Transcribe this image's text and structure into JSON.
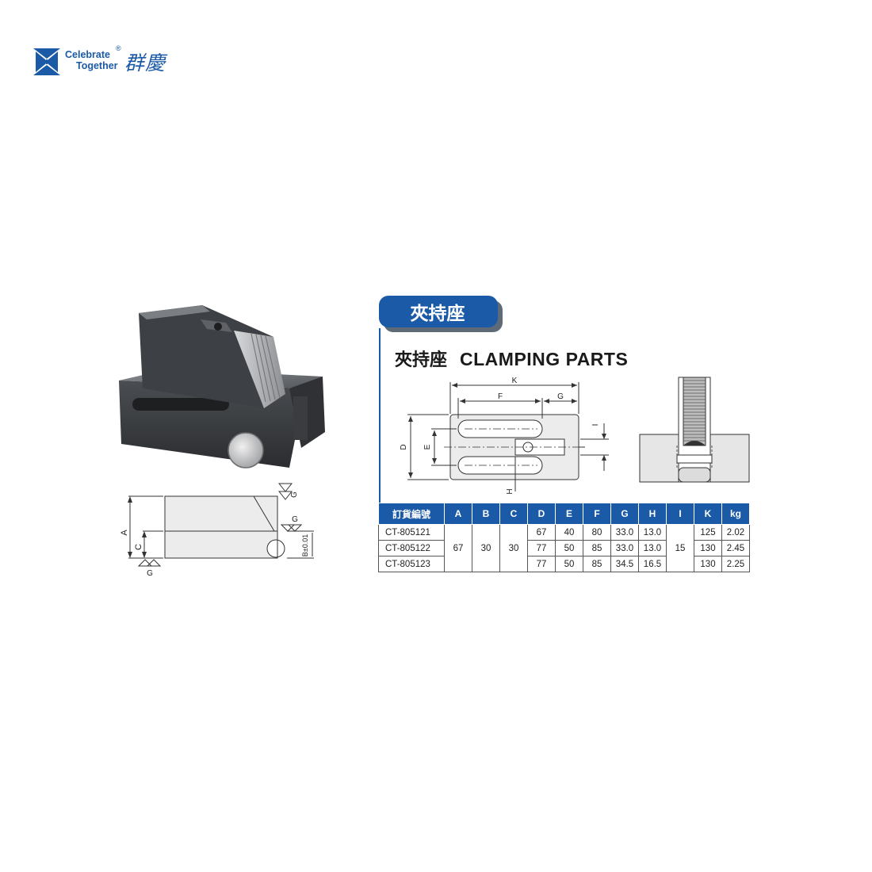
{
  "brand": {
    "name_line1": "Celebrate",
    "name_line2": "Together",
    "registered": "®",
    "name_cn": "群慶",
    "colors": {
      "primary": "#1b5aa6"
    }
  },
  "product": {
    "tab_label": "夾持座",
    "title_cn": "夾持座",
    "title_en": "CLAMPING PARTS"
  },
  "side_view_labels": {
    "a": "A",
    "c": "C",
    "g_top": "G",
    "g_mid": "G",
    "g_bottom": "G",
    "b": "B±0.01"
  },
  "top_view_labels": {
    "k": "K",
    "f": "F",
    "g": "G",
    "d": "D",
    "e": "E",
    "i": "I",
    "h": "H"
  },
  "table": {
    "headers": [
      "訂貨編號",
      "A",
      "B",
      "C",
      "D",
      "E",
      "F",
      "G",
      "H",
      "I",
      "K",
      "kg"
    ],
    "shared": {
      "a": "67",
      "b": "30",
      "c": "30",
      "i": "15"
    },
    "rows": [
      {
        "code": "CT-805121",
        "d": "67",
        "e": "40",
        "f": "80",
        "g": "33.0",
        "h": "13.0",
        "k": "125",
        "kg": "2.02"
      },
      {
        "code": "CT-805122",
        "d": "77",
        "e": "50",
        "f": "85",
        "g": "33.0",
        "h": "13.0",
        "k": "130",
        "kg": "2.45"
      },
      {
        "code": "CT-805123",
        "d": "77",
        "e": "50",
        "f": "85",
        "g": "34.5",
        "h": "16.5",
        "k": "130",
        "kg": "2.25"
      }
    ]
  }
}
